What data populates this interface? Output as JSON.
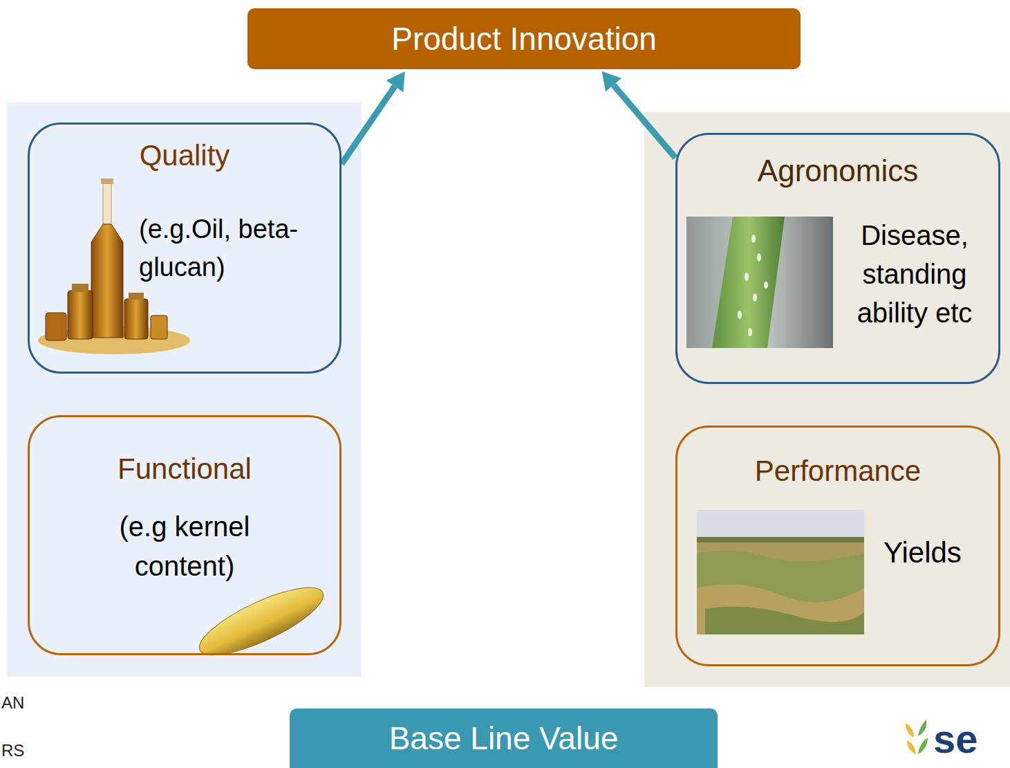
{
  "diagram": {
    "nodes": [
      {
        "text": [
          "Product Innovation"
        ]
      },
      {
        "text": [
          "Quality",
          "(e.g.Oil, beta-glucan)"
        ]
      },
      {
        "text": [
          "Agronomics",
          "Disease, standing ability etc"
        ]
      },
      {
        "text": [
          "Functional",
          "(e.g kernel content)"
        ]
      },
      {
        "text": [
          "Performance",
          "Yields"
        ]
      },
      {
        "text": [
          "Base Line Value"
        ]
      }
    ],
    "edges": [
      {
        "from": 1,
        "to": 0,
        "arrow": "to"
      },
      {
        "from": 2,
        "to": 0,
        "arrow": "to"
      }
    ],
    "labels": [
      "AN",
      "RS",
      "se"
    ]
  }
}
